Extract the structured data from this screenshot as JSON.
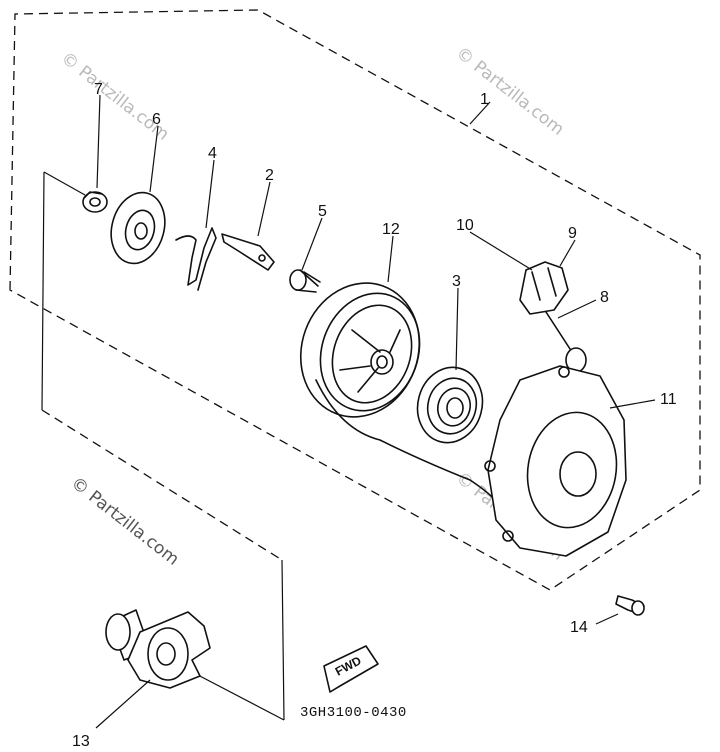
{
  "watermarks": [
    "© Partzilla.com",
    "© Partzilla.com",
    "© Partzilla.com",
    "© Partzilla.com"
  ],
  "callouts": {
    "c1": "1",
    "c2": "2",
    "c3": "3",
    "c4": "4",
    "c5": "5",
    "c6": "6",
    "c7": "7",
    "c8": "8",
    "c9": "9",
    "c10": "10",
    "c11": "11",
    "c12": "12",
    "c13": "13",
    "c14": "14"
  },
  "fwd_label": "FWD",
  "diagram_code": "3GH3100-0430"
}
